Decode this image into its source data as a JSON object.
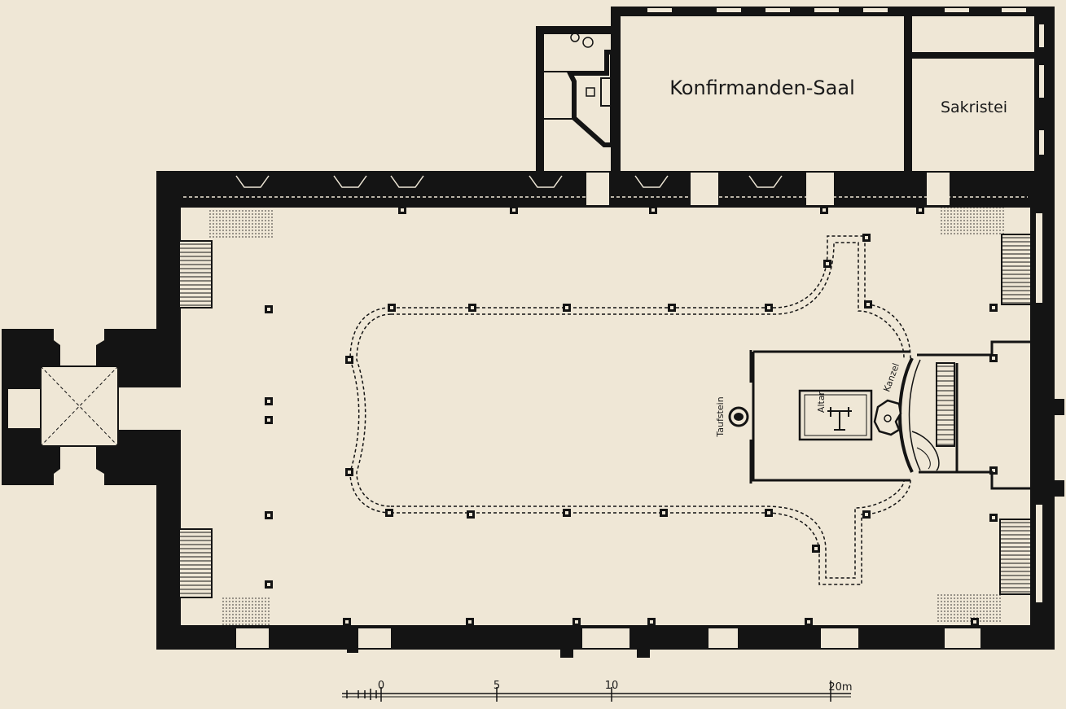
{
  "labels": {
    "konfirmanden_saal": "Konfirmanden-Saal",
    "sakristei": "Sakristei",
    "taufstein": "Taufstein",
    "altar": "Altar",
    "kanzel": "Kanzel"
  },
  "scale_bar": {
    "ticks": [
      "0",
      "5",
      "10",
      "20m"
    ]
  },
  "colors": {
    "paper": "#efe7d6",
    "ink": "#141414"
  }
}
